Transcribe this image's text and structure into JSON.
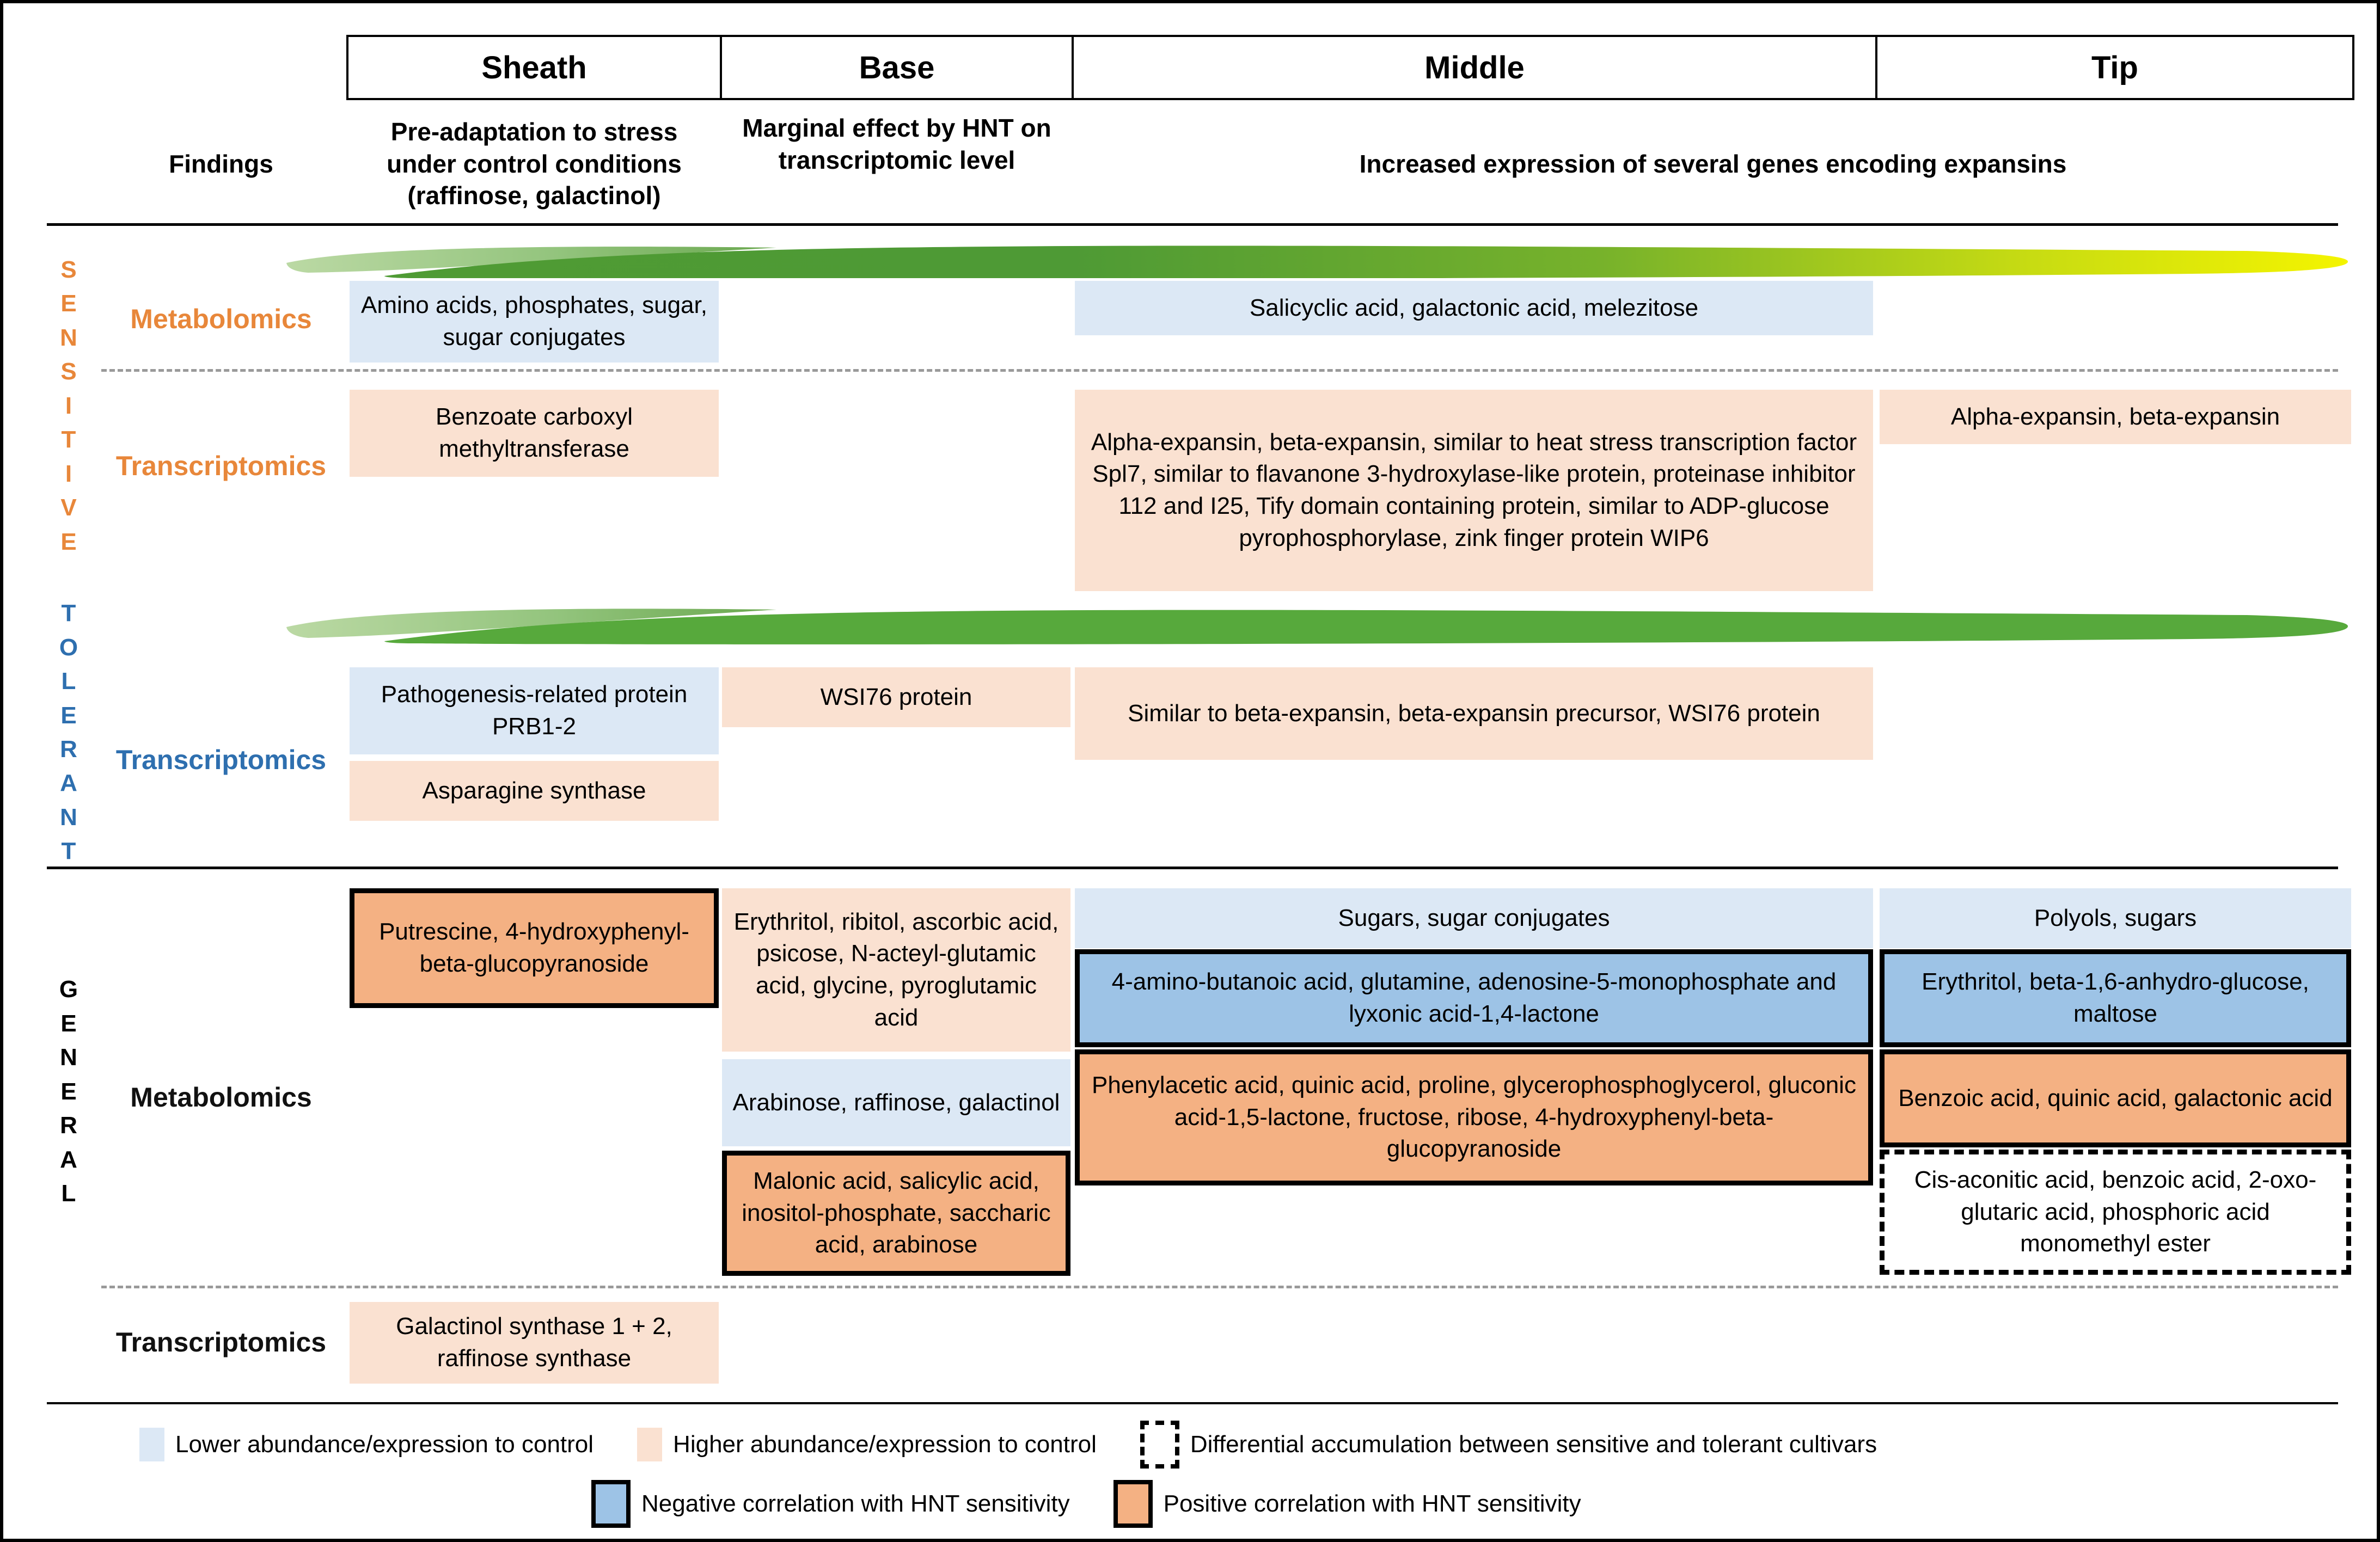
{
  "figure": {
    "columns": [
      {
        "id": "sheath",
        "label": "Sheath"
      },
      {
        "id": "base",
        "label": "Base"
      },
      {
        "id": "middle",
        "label": "Middle"
      },
      {
        "id": "tip",
        "label": "Tip"
      }
    ],
    "findings": {
      "label": "Findings",
      "sheath": "Pre-adaptation to stress under control conditions (raffinose, galactinol)",
      "base": "Marginal effect by HNT on transcriptomic level",
      "middle_tip": "Increased expression of several genes encoding expansins"
    },
    "groups": {
      "sensitive": {
        "letters": [
          "S",
          "E",
          "N",
          "S",
          "I",
          "T",
          "I",
          "V",
          "E"
        ],
        "color": "#E8873A"
      },
      "tolerant": {
        "letters": [
          "T",
          "O",
          "L",
          "E",
          "R",
          "A",
          "N",
          "T"
        ],
        "color": "#2E6FAF"
      },
      "general": {
        "letters": [
          "G",
          "E",
          "N",
          "E",
          "R",
          "A",
          "L"
        ],
        "color": "#000000"
      }
    },
    "rows": {
      "sensitive_metabolomics": {
        "label": "Metabolomics",
        "sheath": "Amino acids, phosphates, sugar, sugar conjugates",
        "middle": "Salicyclic acid, galactonic acid, melezitose"
      },
      "sensitive_transcriptomics": {
        "label": "Transcriptomics",
        "sheath": "Benzoate carboxyl methyltransferase",
        "middle": "Alpha-expansin, beta-expansin, similar to heat stress transcription factor Spl7, similar to flavanone 3-hydroxylase-like protein, proteinase inhibitor 112 and I25, Tify domain containing protein, similar to ADP-glucose pyrophosphorylase, zink finger protein WIP6",
        "tip": "Alpha-expansin, beta-expansin"
      },
      "tolerant_transcriptomics": {
        "label": "Transcriptomics",
        "sheath_blue": "Pathogenesis-related protein PRB1-2",
        "sheath_peach": "Asparagine synthase",
        "base": "WSI76 protein",
        "middle": "Similar to beta-expansin, beta-expansin precursor, WSI76 protein"
      },
      "general_metabolomics": {
        "label": "Metabolomics",
        "sheath_orange": "Putrescine, 4-hydroxyphenyl-beta-glucopyranoside",
        "base_peach": "Erythritol, ribitol, ascorbic acid, psicose, N-acteyl-glutamic acid, glycine, pyroglutamic acid",
        "base_blue": "Arabinose, raffinose, galactinol",
        "base_orange": "Malonic acid, salicylic acid, inositol-phosphate, saccharic acid, arabinose",
        "middle_blue_light": "Sugars, sugar conjugates",
        "middle_blue_strong": "4-amino-butanoic acid, glutamine, adenosine-5-monophosphate and lyxonic acid-1,4-lactone",
        "middle_orange": "Phenylacetic acid, quinic acid, proline, glycerophosphoglycerol, gluconic acid-1,5-lactone, fructose, ribose, 4-hydroxyphenyl-beta-glucopyranoside",
        "tip_blue_light": "Polyols, sugars",
        "tip_blue_strong": "Erythritol, beta-1,6-anhydro-glucose, maltose",
        "tip_orange": "Benzoic acid, quinic acid, galactonic acid",
        "tip_dashed": "Cis-aconitic acid, benzoic acid, 2-oxo-glutaric acid, phosphoric acid monomethyl ester"
      },
      "general_transcriptomics": {
        "label": "Transcriptomics",
        "sheath": "Galactinol synthase 1 + 2, raffinose synthase"
      }
    },
    "legend": {
      "row1": [
        {
          "swatch": "blue-light",
          "text": "Lower abundance/expression to control"
        },
        {
          "swatch": "peach-light",
          "text": "Higher abundance/expression to control"
        },
        {
          "swatch": "dashed",
          "text": "Differential accumulation between sensitive and tolerant cultivars"
        }
      ],
      "row2": [
        {
          "swatch": "blue-strong",
          "text": "Negative correlation with HNT sensitivity"
        },
        {
          "swatch": "orange-strong",
          "text": "Positive correlation with HNT sensitivity"
        }
      ]
    },
    "colors": {
      "blue_light": "#DCE8F5",
      "peach_light": "#FAE1D1",
      "blue_strong": "#9DC3E6",
      "orange_strong": "#F4B183",
      "sensitive_accent": "#E8873A",
      "tolerant_accent": "#2E6FAF",
      "leaf_green_dark": "#4E9A35",
      "leaf_green_light": "#A8CE8E",
      "leaf_yellow": "#F2F200"
    }
  }
}
